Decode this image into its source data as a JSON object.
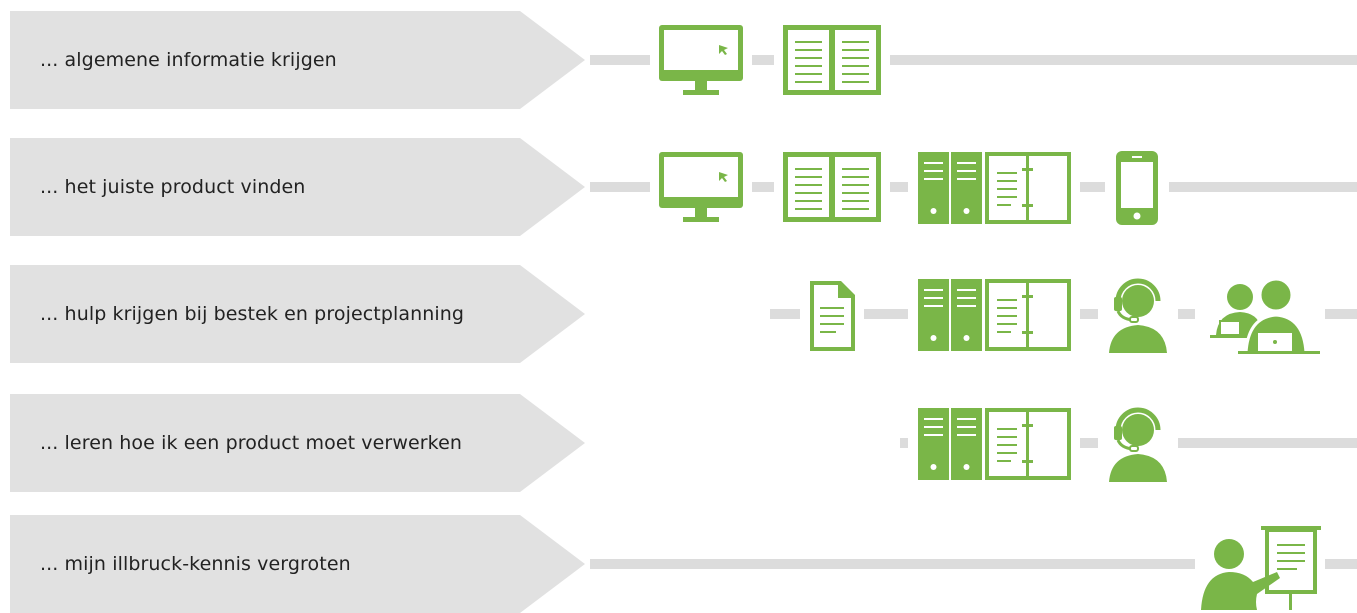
{
  "colors": {
    "accent": "#7ab648",
    "banner": "#e1e1e1",
    "track": "#dcdcdc"
  },
  "rows": [
    {
      "label": "... algemene informatie krijgen",
      "icons": [
        "monitor-icon",
        "book-icon"
      ]
    },
    {
      "label": "... het juiste product vinden",
      "icons": [
        "monitor-icon",
        "book-icon",
        "binders-icon",
        "smartphone-icon"
      ]
    },
    {
      "label": "... hulp krijgen bij bestek en projectplanning",
      "icons": [
        "document-icon",
        "binders-icon",
        "headset-person-icon",
        "meeting-icon"
      ]
    },
    {
      "label": "... leren hoe ik een product moet verwerken",
      "icons": [
        "binders-icon",
        "headset-person-icon"
      ]
    },
    {
      "label": "... mijn illbruck-kennis vergroten",
      "icons": [
        "presentation-icon"
      ]
    }
  ]
}
